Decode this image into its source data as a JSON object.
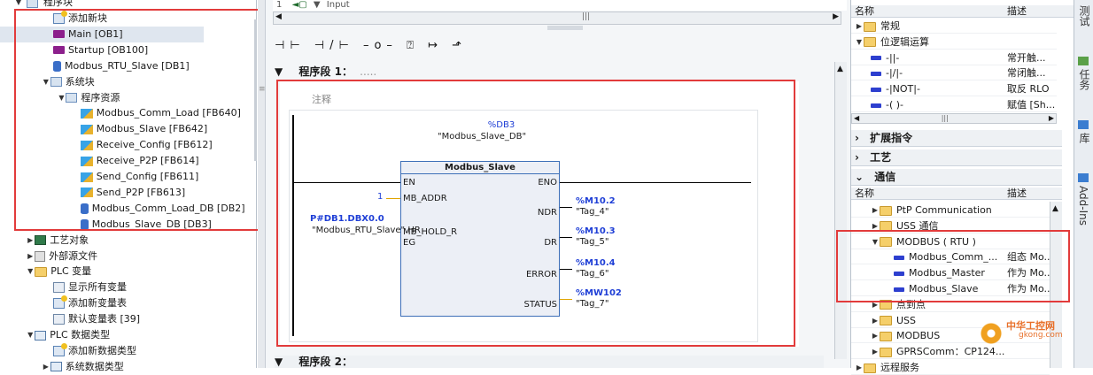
{
  "project_tree": {
    "top_item": "程序块",
    "items": [
      {
        "label": "添加新块",
        "icon": "add"
      },
      {
        "label": "Main [OB1]",
        "icon": "block"
      },
      {
        "label": "Startup [OB100]",
        "icon": "block"
      },
      {
        "label": "Modbus_RTU_Slave [DB1]",
        "icon": "db"
      },
      {
        "label": "系统块",
        "icon": "system"
      },
      {
        "label": "程序资源",
        "icon": "system"
      },
      {
        "label": "Modbus_Comm_Load [FB640]",
        "icon": "fb"
      },
      {
        "label": "Modbus_Slave [FB642]",
        "icon": "fb"
      },
      {
        "label": "Receive_Config [FB612]",
        "icon": "fb"
      },
      {
        "label": "Receive_P2P [FB614]",
        "icon": "fb"
      },
      {
        "label": "Send_Config [FB611]",
        "icon": "fb"
      },
      {
        "label": "Send_P2P [FB613]",
        "icon": "fb"
      },
      {
        "label": "Modbus_Comm_Load_DB [DB2]",
        "icon": "db"
      },
      {
        "label": "Modbus_Slave_DB [DB3]",
        "icon": "db"
      },
      {
        "label": "工艺对象",
        "icon": "cpu"
      },
      {
        "label": "外部源文件",
        "icon": "src"
      },
      {
        "label": "PLC 变量",
        "icon": "folder"
      },
      {
        "label": "显示所有变量",
        "icon": "tbl"
      },
      {
        "label": "添加新变量表",
        "icon": "add"
      },
      {
        "label": "默认变量表 [39]",
        "icon": "tbl"
      },
      {
        "label": "PLC 数据类型",
        "icon": "dtype"
      },
      {
        "label": "添加新数据类型",
        "icon": "add"
      },
      {
        "label": "系统数据类型",
        "icon": "dtype"
      }
    ]
  },
  "editor": {
    "interface_row": {
      "num": "1",
      "label": "Input"
    },
    "scroll_mid": "|||",
    "network1": {
      "title": "程序段 1：",
      "dots": ".....",
      "comment": "注释"
    },
    "network2": {
      "title": "程序段 2："
    },
    "block": {
      "instance_addr": "%DB3",
      "instance_name": "\"Modbus_Slave_DB\"",
      "title": "Modbus_Slave",
      "pin_en": "EN",
      "pin_eno": "ENO",
      "pin_mb_addr": "MB_ADDR",
      "mb_addr_value": "1",
      "pin_mb_hold_reg": "MB_HOLD_REG",
      "hold_reg_addr": "P#DB1.DBX0.0",
      "hold_reg_name": "\"Modbus_RTU_Slave\".HR",
      "outputs": [
        {
          "pin": "NDR",
          "addr": "%M10.2",
          "tag": "\"Tag_4\""
        },
        {
          "pin": "DR",
          "addr": "%M10.3",
          "tag": "\"Tag_5\""
        },
        {
          "pin": "ERROR",
          "addr": "%M10.4",
          "tag": "\"Tag_6\""
        },
        {
          "pin": "STATUS",
          "addr": "%MW102",
          "tag": "\"Tag_7\""
        }
      ]
    }
  },
  "instructions": {
    "col_name": "名称",
    "col_desc": "描述",
    "basic_items": [
      {
        "label": "常规",
        "type": "folder",
        "desc": ""
      },
      {
        "label": "位逻辑运算",
        "type": "folder",
        "desc": ""
      },
      {
        "label": "-||-",
        "type": "instr",
        "desc": "常开触..."
      },
      {
        "label": "-|/|-",
        "type": "instr",
        "desc": "常闭触..."
      },
      {
        "label": "-|NOT|-",
        "type": "instr",
        "desc": "取反 RLO"
      },
      {
        "label": "-( )-",
        "type": "instr",
        "desc": "赋值 [Sh..."
      }
    ],
    "scroll_mid": "|||",
    "sections": [
      "扩展指令",
      "工艺",
      "通信"
    ],
    "comm_items": [
      {
        "label": "PtP Communication",
        "type": "folder",
        "desc": ""
      },
      {
        "label": "USS 通信",
        "type": "folder",
        "desc": ""
      },
      {
        "label": "MODBUS ( RTU )",
        "type": "folder",
        "desc": ""
      },
      {
        "label": "Modbus_Comm_...",
        "type": "instr",
        "desc": "组态 Mo..."
      },
      {
        "label": "Modbus_Master",
        "type": "instr",
        "desc": "作为 Mo..."
      },
      {
        "label": "Modbus_Slave",
        "type": "instr",
        "desc": "作为 Mo..."
      },
      {
        "label": "点到点",
        "type": "folder",
        "desc": ""
      },
      {
        "label": "USS",
        "type": "folder",
        "desc": ""
      },
      {
        "label": "MODBUS",
        "type": "folder",
        "desc": ""
      },
      {
        "label": "GPRSComm：CP124...",
        "type": "folder",
        "desc": ""
      },
      {
        "label": "远程服务",
        "type": "folder",
        "desc": ""
      }
    ]
  },
  "side_tabs": [
    "测试",
    "任务",
    "库",
    "Add-Ins"
  ],
  "watermark": {
    "line1": "中华工控网",
    "line2": "gkong.com"
  },
  "colors": {
    "highlight_red": "#e23b3b",
    "tag_blue": "#1f3fd6",
    "selection": "#dfe6ef"
  }
}
